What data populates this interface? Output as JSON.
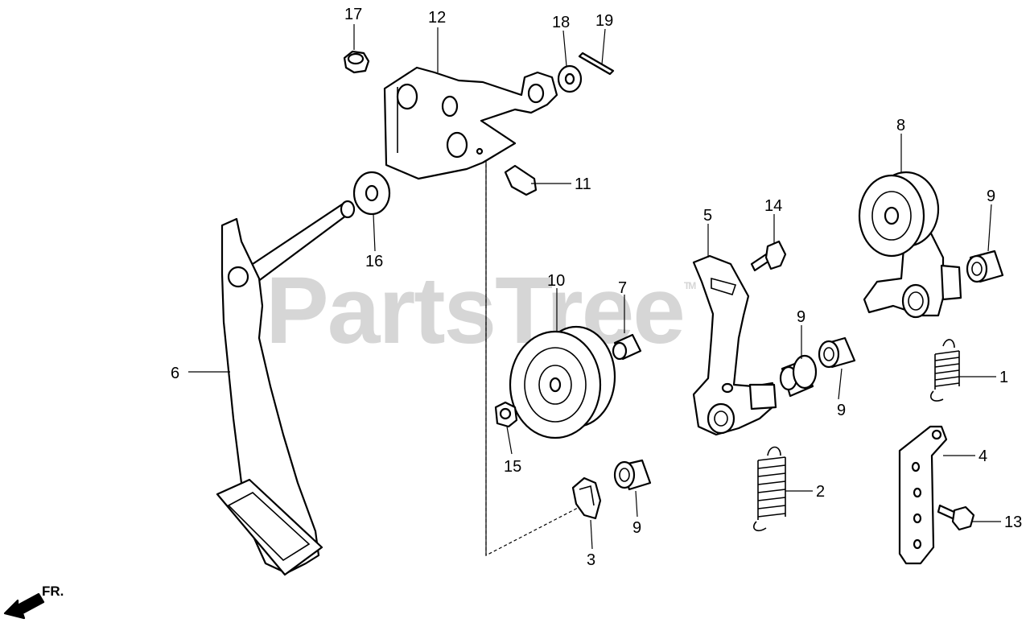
{
  "watermark": {
    "text": "PartsTree",
    "trademark": "TM"
  },
  "orientation": {
    "label": "FR."
  },
  "callouts": {
    "c1": "1",
    "c2": "2",
    "c3": "3",
    "c4": "4",
    "c5": "5",
    "c6": "6",
    "c7": "7",
    "c8": "8",
    "c9a": "9",
    "c9b": "9",
    "c9c": "9",
    "c9d": "9",
    "c10": "10",
    "c11": "11",
    "c12": "12",
    "c13": "13",
    "c14": "14",
    "c15": "15",
    "c16": "16",
    "c17": "17",
    "c18": "18",
    "c19": "19"
  }
}
